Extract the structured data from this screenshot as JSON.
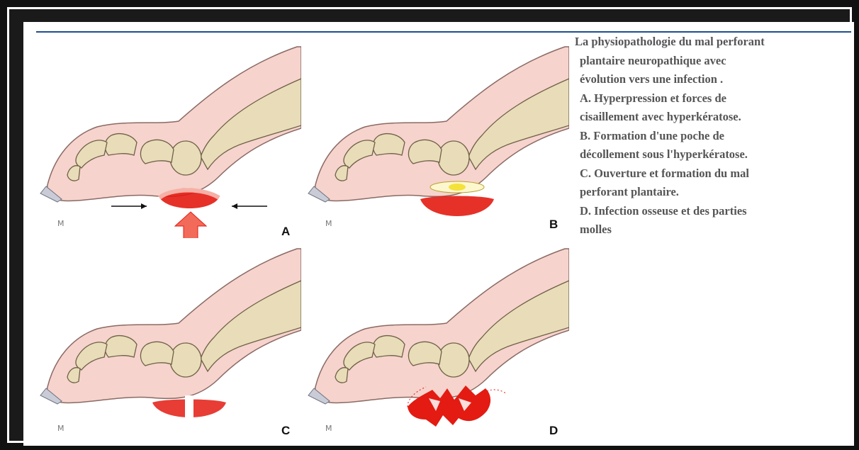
{
  "caption": {
    "lines": [
      "La physiopathologie du mal perforant",
      "plantaire neuropathique avec",
      "évolution vers une infection .",
      "A. Hyperpression et forces de",
      "cisaillement avec hyperkératose.",
      "B. Formation d'une poche de",
      "décollement sous l'hyperkératose.",
      "C. Ouverture et formation du mal",
      "perforant plantaire.",
      "D. Infection osseuse et des parties",
      "molles"
    ]
  },
  "panels": {
    "a": {
      "letter": "A",
      "mark": "M"
    },
    "b": {
      "letter": "B",
      "mark": "M"
    },
    "c": {
      "letter": "C",
      "mark": "M"
    },
    "d": {
      "letter": "D",
      "mark": "M"
    }
  },
  "colors": {
    "frame": "#111111",
    "rule": "#1f4e8a",
    "skin": "#f6d3cc",
    "skin_outline": "#8a6a64",
    "bone": "#e9dcb8",
    "bone_outline": "#6e6048",
    "ulcer_red": "#e31b12",
    "pus_yellow": "#f4e23a",
    "caption_text": "#555555"
  }
}
